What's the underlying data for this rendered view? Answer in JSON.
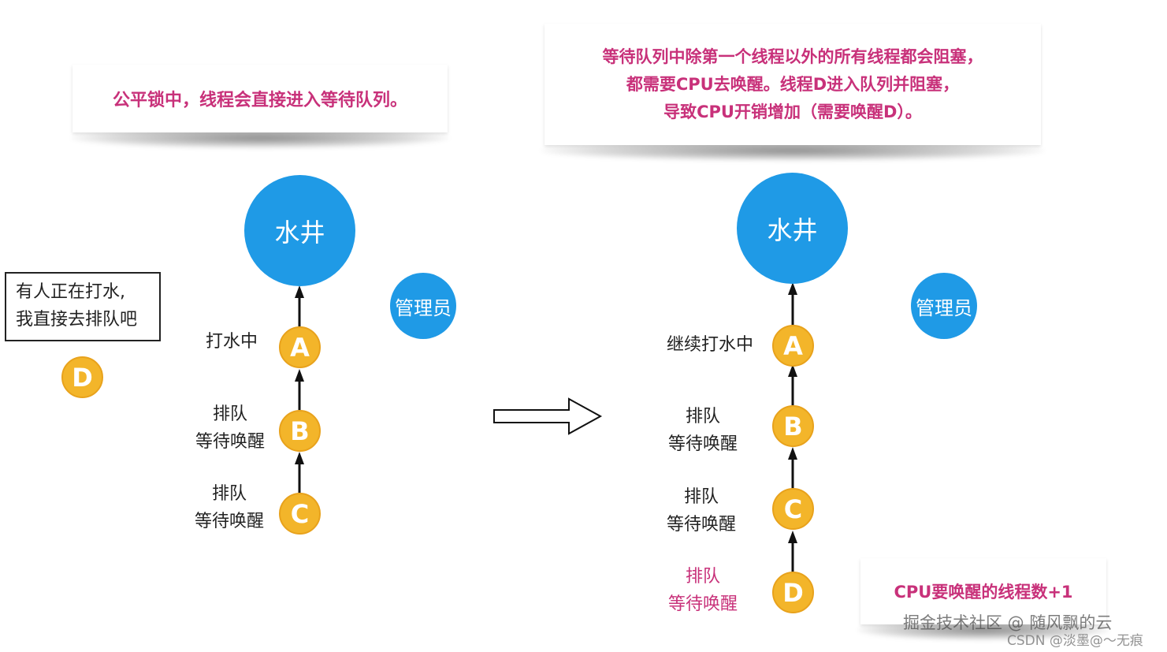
{
  "notes": {
    "left": "公平锁中，线程会直接进入等待队列。",
    "right_line1": "等待队列中除第一个线程以外的所有线程都会阻塞，",
    "right_line2": "都需要CPU去唤醒。线程D进入队列并阻塞，",
    "right_line3": "导致CPU开销增加（需要唤醒D）。",
    "bottom": "CPU要唤醒的线程数+1"
  },
  "left": {
    "well": "水井",
    "manager": "管理员",
    "speech_line1": "有人正在打水,",
    "speech_line2": "我直接去排队吧",
    "d_node": "D",
    "nodes": [
      {
        "letter": "A",
        "line1": "打水中",
        "line2": ""
      },
      {
        "letter": "B",
        "line1": "排队",
        "line2": "等待唤醒"
      },
      {
        "letter": "C",
        "line1": "排队",
        "line2": "等待唤醒"
      }
    ]
  },
  "right": {
    "well": "水井",
    "manager": "管理员",
    "nodes": [
      {
        "letter": "A",
        "line1": "继续打水中",
        "line2": ""
      },
      {
        "letter": "B",
        "line1": "排队",
        "line2": "等待唤醒"
      },
      {
        "letter": "C",
        "line1": "排队",
        "line2": "等待唤醒"
      },
      {
        "letter": "D",
        "line1": "排队",
        "line2": "等待唤醒"
      }
    ]
  },
  "watermark": {
    "line1": "掘金技术社区 @ 随风飘的云",
    "line2": "CSDN @淡墨@～无痕"
  },
  "colors": {
    "well_blue": "#1f9ae6",
    "node_yellow": "#f3b52a",
    "note_pink": "#c8317a"
  }
}
